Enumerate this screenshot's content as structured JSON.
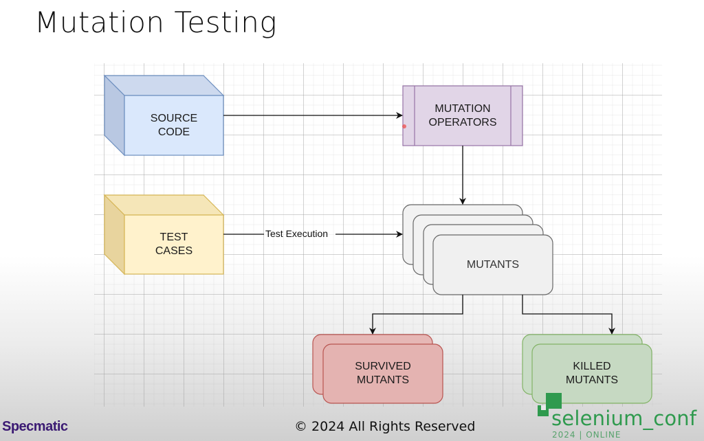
{
  "slide": {
    "title": "Mutation Testing"
  },
  "diagram": {
    "nodes": {
      "source_code": {
        "line1": "SOURCE",
        "line2": "CODE",
        "fill": "#dae8fc",
        "stroke": "#6c8ebf"
      },
      "test_cases": {
        "line1": "TEST",
        "line2": "CASES",
        "fill": "#fff2cc",
        "stroke": "#d6b656"
      },
      "mutation_operators": {
        "line1": "MUTATION",
        "line2": "OPERATORS",
        "fill": "#e1d5e7",
        "stroke": "#9673a6"
      },
      "mutants": {
        "label": "MUTANTS",
        "fill": "#f5f5f5",
        "stroke": "#666666"
      },
      "survived_mutants": {
        "line1": "SURVIVED",
        "line2": "MUTANTS",
        "fill": "#f8cecc",
        "stroke": "#b85450"
      },
      "killed_mutants": {
        "line1": "KILLED",
        "line2": "MUTANTS",
        "fill": "#d5e8d4",
        "stroke": "#82b366"
      }
    },
    "edges": {
      "test_execution_label": "Test Execution"
    }
  },
  "footer": {
    "brand": "Specmatic",
    "copyright": "© 2024 All Rights Reserved",
    "conference_name": "selenium_conf",
    "conference_sub": "2024 | ONLINE",
    "conference_color": "#2f9a4e",
    "brand_color": "#3b1a73"
  }
}
